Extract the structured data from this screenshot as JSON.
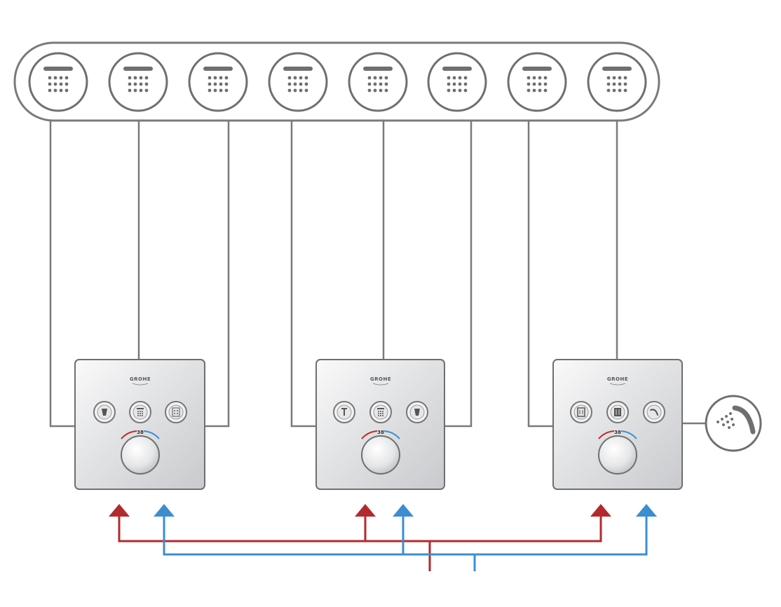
{
  "colors": {
    "pipe": "#7a7a7a",
    "hot": "#b22a2e",
    "cold": "#3b8ed0",
    "plate": "#eaeaec",
    "ring": "#6f6f6f"
  },
  "outlets": [
    {
      "icon": "rain-shower-head-icon"
    },
    {
      "icon": "rain-shower-head-icon"
    },
    {
      "icon": "rain-shower-head-icon"
    },
    {
      "icon": "rain-shower-head-icon"
    },
    {
      "icon": "rain-shower-head-icon"
    },
    {
      "icon": "rain-shower-head-icon"
    },
    {
      "icon": "rain-shower-head-icon"
    },
    {
      "icon": "rain-shower-head-icon"
    }
  ],
  "hand_shower": {
    "icon": "hand-shower-icon"
  },
  "thermostats": [
    {
      "brand": "GROHE",
      "temp_mark": "38",
      "buttons": [
        "tub-spout-icon",
        "shower-head-icon",
        "body-jet-icon"
      ]
    },
    {
      "brand": "GROHE",
      "temp_mark": "38",
      "buttons": [
        "tub-spout-icon",
        "shower-head-icon",
        "tub-spout-icon"
      ]
    },
    {
      "brand": "GROHE",
      "temp_mark": "38",
      "buttons": [
        "body-jet-icon",
        "rain-panel-icon",
        "hand-shower-icon"
      ]
    }
  ],
  "supply": {
    "hot": "hot-water-supply",
    "cold": "cold-water-supply"
  }
}
